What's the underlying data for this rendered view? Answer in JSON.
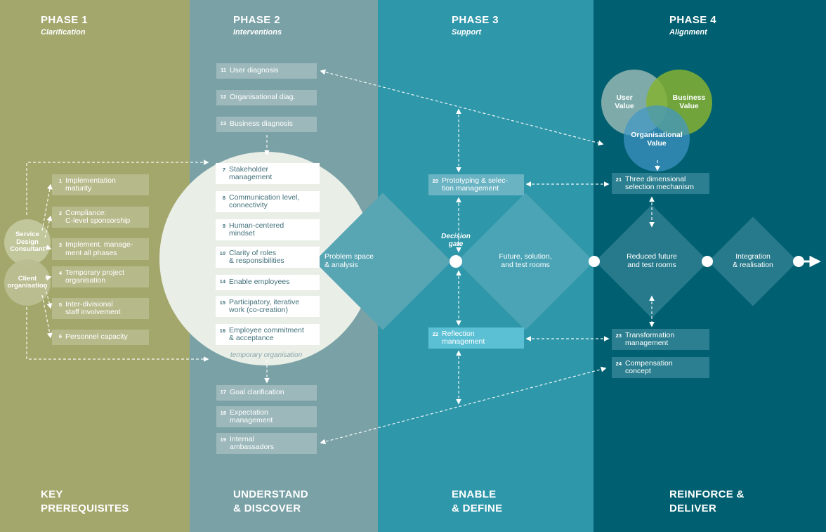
{
  "phases": [
    {
      "title": "PHASE 1",
      "subtitle": "Clarification",
      "footer1": "KEY",
      "footer2": "PREREQUISITES"
    },
    {
      "title": "PHASE 2",
      "subtitle": "Interventions",
      "footer1": "UNDERSTAND",
      "footer2": "& DISCOVER"
    },
    {
      "title": "PHASE 3",
      "subtitle": "Support",
      "footer1": "ENABLE",
      "footer2": "& DEFINE"
    },
    {
      "title": "PHASE 4",
      "subtitle": "Alignment",
      "footer1": "REINFORCE &",
      "footer2": "DELIVER"
    }
  ],
  "actors": {
    "consultant": {
      "l1": "Service",
      "l2": "Design",
      "l3": "Consultant"
    },
    "client": {
      "l1": "Client",
      "l2": "organisation"
    }
  },
  "p1_boxes": [
    {
      "num": "1",
      "l1": "Implementation",
      "l2": "maturity"
    },
    {
      "num": "2",
      "l1": "Compliance:",
      "l2": "C-level sponsorship"
    },
    {
      "num": "3",
      "l1": "Implement. manage-",
      "l2": "ment all phases"
    },
    {
      "num": "4",
      "l1": "Temporary project",
      "l2": "organisation"
    },
    {
      "num": "5",
      "l1": "Inter-divisional",
      "l2": "staff involvement"
    },
    {
      "num": "6",
      "l1": "Personnel capacity"
    }
  ],
  "p2_top": [
    {
      "num": "11",
      "l1": "User diagnosis"
    },
    {
      "num": "12",
      "l1": "Organisational diag."
    },
    {
      "num": "13",
      "l1": "Business diagnosis"
    }
  ],
  "p2_inner": [
    {
      "num": "7",
      "l1": "Stakeholder",
      "l2": "management"
    },
    {
      "num": "8",
      "l1": "Communication level,",
      "l2": "connectivity"
    },
    {
      "num": "9",
      "l1": "Human-centered",
      "l2": "mindset"
    },
    {
      "num": "10",
      "l1": "Clarity of roles",
      "l2": "& responsibilities"
    },
    {
      "num": "14",
      "l1": "Enable employees"
    },
    {
      "num": "15",
      "l1": "Participatory, iterative",
      "l2": "work (co-creation)"
    },
    {
      "num": "16",
      "l1": "Employee commitment",
      "l2": "& acceptance"
    }
  ],
  "p2_caption": "temporary organisation",
  "p2_bottom": [
    {
      "num": "17",
      "l1": "Goal clarification"
    },
    {
      "num": "18",
      "l1": "Expectation",
      "l2": "management"
    },
    {
      "num": "19",
      "l1": "Internal",
      "l2": "ambassadors"
    }
  ],
  "p3": {
    "box20": {
      "num": "20",
      "l1": "Prototyping & selec-",
      "l2": "tion management"
    },
    "box22": {
      "num": "22",
      "l1": "Reflection",
      "l2": "management"
    },
    "gate": {
      "l1": "Decision",
      "l2": "gate"
    }
  },
  "p4": {
    "box21": {
      "num": "21",
      "l1": "Three dimensional",
      "l2": "selection mechanism"
    },
    "box23": {
      "num": "23",
      "l1": "Transformation",
      "l2": "management"
    },
    "box24": {
      "num": "24",
      "l1": "Compensation",
      "l2": "concept"
    }
  },
  "venn": {
    "user": {
      "l1": "User",
      "l2": "Value"
    },
    "business": {
      "l1": "Business",
      "l2": "Value"
    },
    "org": {
      "l1": "Organisational",
      "l2": "Value"
    }
  },
  "diamonds": [
    {
      "l1": "Problem space",
      "l2": "& analysis"
    },
    {
      "l1": "Future, solution,",
      "l2": "and test rooms"
    },
    {
      "l1": "Reduced future",
      "l2": "and test rooms"
    },
    {
      "l1": "Integration",
      "l2": "& realisation"
    }
  ],
  "colors": {
    "phase1_bg": "#a3a76b",
    "phase2_bg": "#79a1a6",
    "phase3_bg": "#2f97aa",
    "phase4_bg": "#005f70",
    "accent_white": "#ffffff",
    "venn_green": "#7daf2e",
    "venn_blue": "#4096c8",
    "venn_sage": "#a0bfb6"
  }
}
